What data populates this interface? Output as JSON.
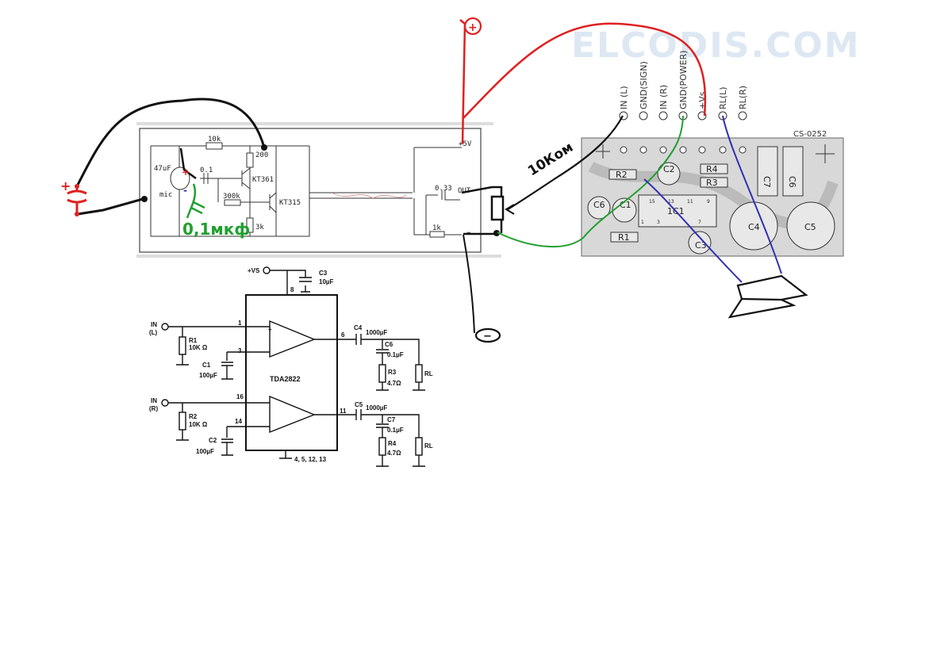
{
  "watermark": "ELCODIS.COM",
  "mic_board": {
    "r_10k": "10k",
    "r_200": "200",
    "c_47uf": "47uF",
    "c_01": "0.1",
    "mic": "mic",
    "q1": "KT361",
    "r_300k": "300k",
    "q2": "KT315",
    "r_3k": "3k",
    "plus5v": "+5V",
    "c_033": "0.33",
    "out": "OUT",
    "r_1k": "1k",
    "minus": "−"
  },
  "handwritten": {
    "plus": "+",
    "cap_plus": "+",
    "cap_note": "0,1мкф",
    "pot_note": "10Ком",
    "minus": "−",
    "red_plus_mark": "+",
    "blue_minus_mark": "-"
  },
  "module": {
    "pins": [
      "IN (L)",
      "GND(SIGN)",
      "IN (R)",
      "GND(POWER)",
      "+Vs",
      "RL(L)",
      "RL(R)"
    ],
    "board_id": "CS-0252",
    "parts": [
      "R2",
      "C2",
      "R4",
      "R3",
      "C7",
      "C6",
      "C6",
      "C1",
      "1C1",
      "C4",
      "C5",
      "R1",
      "C3"
    ],
    "ic_pins": [
      "15",
      "13",
      "11",
      "9",
      "1",
      "3",
      "7"
    ]
  },
  "tda": {
    "vs": "+VS",
    "pin8": "8",
    "c3": "C3",
    "c3_val": "10µF",
    "in_l": "IN",
    "in_l2": "(L)",
    "r1": "R1",
    "r1_val": "10K Ω",
    "c1": "C1",
    "c1_val": "100µF",
    "pin1": "1",
    "pin3": "3",
    "chip": "TDA2822",
    "in_r": "IN",
    "in_r2": "(R)",
    "r2": "R2",
    "r2_val": "10K Ω",
    "c2": "C2",
    "c2_val": "100µF",
    "pin16": "16",
    "pin14": "14",
    "pin6": "6",
    "c4": "C4",
    "c4_val": "1000µF",
    "c6": "C6",
    "c6_val": "0.1µF",
    "r3": "R3",
    "r3_val": "4.7Ω",
    "rl1": "RL",
    "pin11": "11",
    "c5": "C5",
    "c5_val": "1000µF",
    "c7": "C7",
    "c7_val": "0.1µF",
    "r4": "R4",
    "r4_val": "4.7Ω",
    "rl2": "RL",
    "gnd_pins": "4, 5, 12, 13"
  }
}
